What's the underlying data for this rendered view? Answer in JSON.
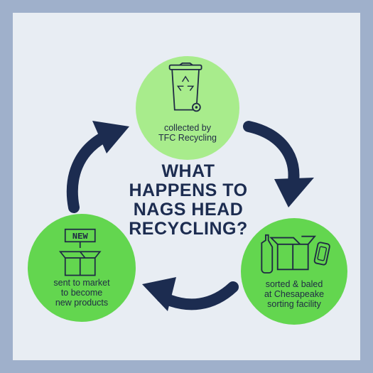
{
  "title": {
    "line1": "WHAT",
    "line2": "HAPPENS TO",
    "line3": "NAGS HEAD",
    "line4": "RECYCLING?"
  },
  "steps": [
    {
      "line1": "collected by",
      "line2": "TFC Recycling",
      "icon": "recycling-bin-icon"
    },
    {
      "line1": "sorted & baled",
      "line2": "at Chesapeake",
      "line3": "sorting facility",
      "icon": "box-bottle-can-icon"
    },
    {
      "line1": "sent to market",
      "line2": "to become",
      "line3": "new products",
      "icon": "new-box-icon"
    }
  ],
  "new_badge": "NEW",
  "colors": {
    "frame": "#9fb0cb",
    "background": "#e8edf3",
    "light_green": "#a8ec8c",
    "green": "#63d64f",
    "navy": "#1c2c50"
  }
}
